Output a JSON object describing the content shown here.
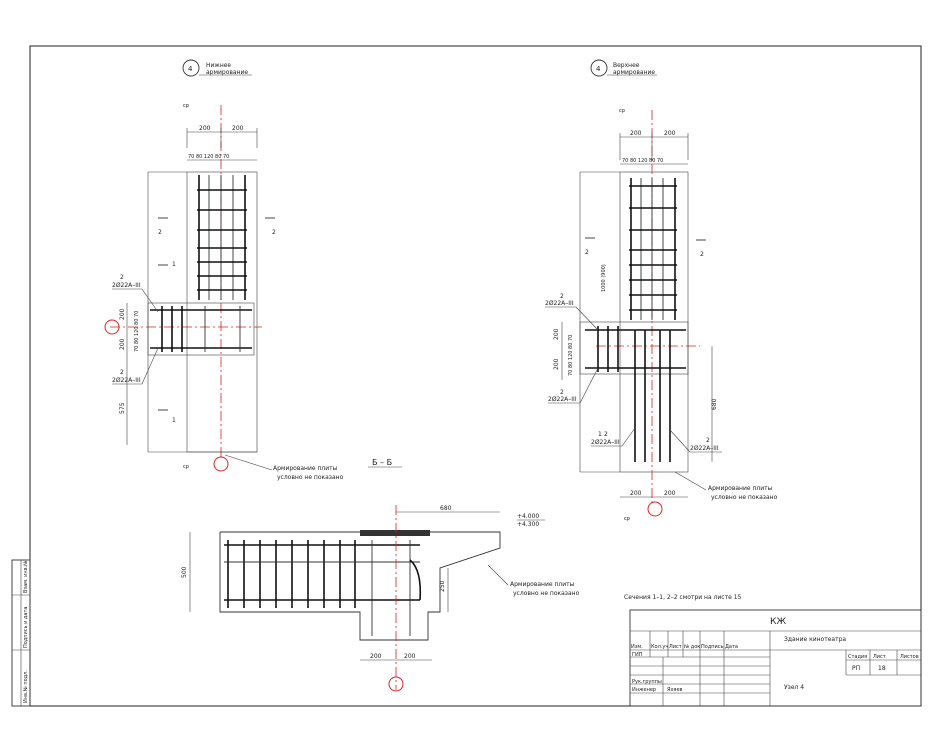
{
  "views": {
    "bottom_title_num": "4",
    "bottom_title_line1": "Нижнее",
    "bottom_title_line2": "армирование",
    "top_title_num": "4",
    "top_title_line1": "Верхнее",
    "top_title_line2": "армирование",
    "section_title": "Б – Б"
  },
  "dims": {
    "d200": "200",
    "d70": "70",
    "d80": "80",
    "d120": "120",
    "d575": "575",
    "d680": "680",
    "d500": "500",
    "d250": "250",
    "d1000": "1000 (900)",
    "row": "70 80 120 80 70"
  },
  "labels": {
    "cut1": "1",
    "cut2": "2",
    "rebar_2": "2",
    "rebar_spec": "2Ø22A–III",
    "rebar_1": "1",
    "cp": "cp",
    "note_a": "Армирование плиты",
    "note_b": "условно не показано",
    "elev1": "+4.000",
    "elev2": "+4.300",
    "sections_note": "Сечения 1–1, 2–2 смотри на листе 15"
  },
  "stamp": {
    "code": "КЖ",
    "building": "Здание кинотеатра",
    "col_izm": "Изм.",
    "col_koluch": "Кол.уч",
    "col_list": "Лист",
    "col_ndok": "№ док",
    "col_podpis": "Подпись",
    "col_data": "Дата",
    "gip": "ГИП",
    "stadia": "Стадия",
    "list": "Лист",
    "listov": "Листов",
    "stage_val": "РП",
    "sheet_val": "18",
    "rukgr": "Рук.группы",
    "inzh": "Инженер",
    "inzh_name": "Яхяев",
    "node": "Узел 4"
  },
  "margin": {
    "inv_pod": "Инв.№ подл.",
    "podp": "Подпись и дата",
    "vzam": "Взам. инв.№"
  }
}
